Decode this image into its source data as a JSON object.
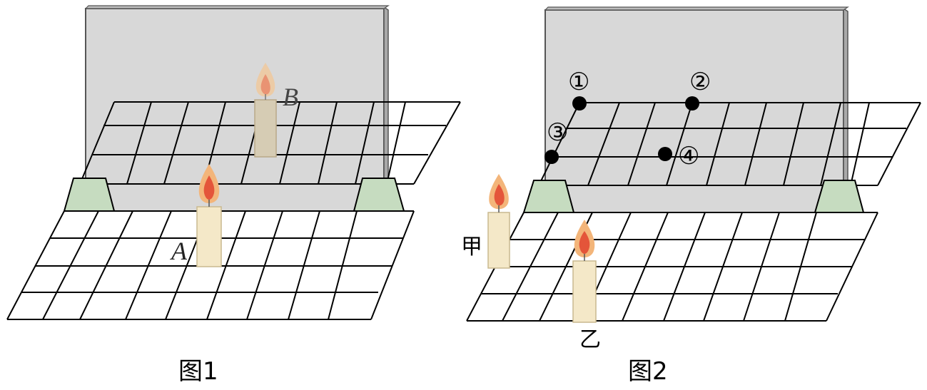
{
  "figure1": {
    "caption": "图1",
    "label_a": "A",
    "label_b": "B"
  },
  "figure2": {
    "caption": "图2",
    "label_jia": "甲",
    "label_yi": "乙",
    "marks": [
      "①",
      "②",
      "③",
      "④"
    ]
  },
  "colors": {
    "glass": "#d7d7d7",
    "glass_edge": "#6b6b6b",
    "support": "#c6dcc0",
    "grid_line": "#000000",
    "candle_body": "#f4e8c8",
    "candle_image": "#d6ccb4",
    "flame_outer": "#f2b97a",
    "flame_inner": "#e45a3c"
  }
}
